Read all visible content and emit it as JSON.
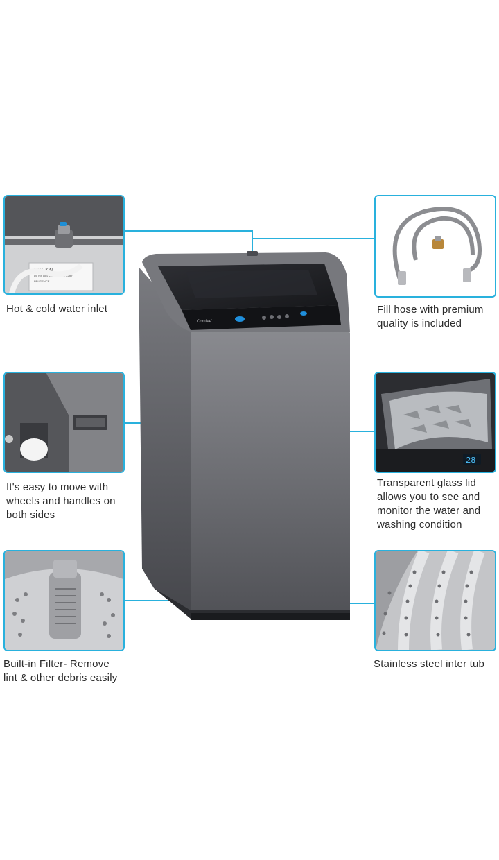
{
  "brand_label": "Comfee'",
  "panel_display": "28",
  "inlet_warning_label": {
    "heading": "CAUTION",
    "line1": "Do not connect to the hot water",
    "line2": "PRUDENCE"
  },
  "features": {
    "water_inlet": {
      "lines": [
        "Hot & cold water inlet"
      ]
    },
    "fill_hose": {
      "lines": [
        "Fill hose with premium",
        "quality is included"
      ]
    },
    "wheels_handles": {
      "lines": [
        "It's easy to move with",
        "wheels and handles on",
        "both sides"
      ]
    },
    "glass_lid": {
      "lines": [
        "Transparent glass lid",
        "allows you to see and",
        "monitor the water and",
        "washing condition"
      ]
    },
    "filter": {
      "lines": [
        "Built-in Filter- Remove",
        "lint & other debris easily"
      ]
    },
    "steel_tub": {
      "lines": [
        "Stainless steel inter tub"
      ]
    }
  },
  "colors": {
    "callout_line": "#29b1dd",
    "machine_body": "#5f6065",
    "lid_glass": "#1c1d21"
  }
}
